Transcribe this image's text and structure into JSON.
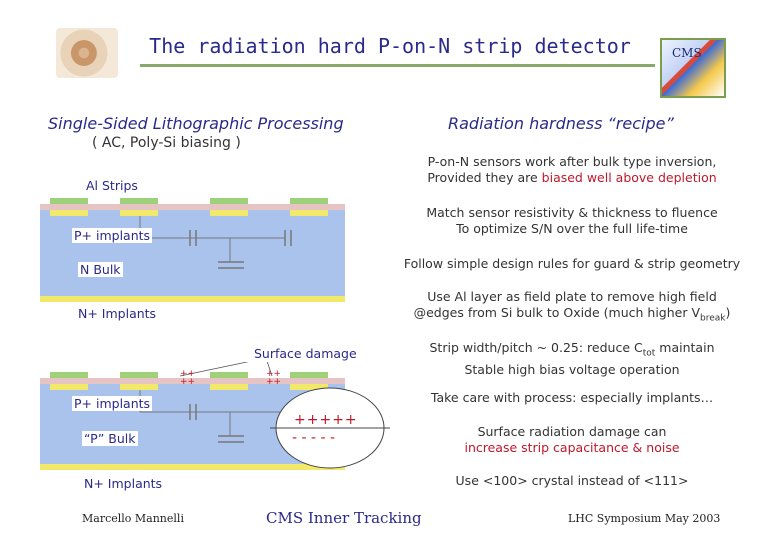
{
  "title": "The radiation hard P-on-N strip detector",
  "left": {
    "heading": "Single-Sided Lithographic Processing",
    "subheading": "( AC, Poly-Si biasing )",
    "diagram1": {
      "al_strips": "Al Strips",
      "p_implants": "P+ implants",
      "n_bulk": "N Bulk",
      "n_implants": "N+ Implants"
    },
    "diagram2": {
      "surface_damage": "Surface damage",
      "p_implants": "P+ implants",
      "p_bulk": "“P” Bulk",
      "n_implants": "N+ Implants",
      "plus_charges": "+++++",
      "minus_charges": "- - - - -",
      "oxide_plus": "++\n++"
    }
  },
  "right": {
    "heading": "Radiation hardness “recipe”",
    "items": [
      {
        "line1": "P-on-N sensors work after bulk type inversion,",
        "line2_prefix": "Provided they are ",
        "line2_highlight": "biased well above depletion"
      },
      {
        "line1": "Match sensor resistivity & thickness to fluence",
        "line2": "To optimize S/N over the full life-time"
      },
      {
        "line1": "Follow simple design rules for guard & strip geometry"
      },
      {
        "line1": "Use Al layer as field plate to remove high field",
        "line2_prefix": "@edges from Si bulk to Oxide (much higher V",
        "line2_sub": "break",
        "line2_suffix": ")"
      },
      {
        "line1_prefix": "Strip width/pitch ~ 0.25: reduce C",
        "line1_sub": "tot",
        "line1_suffix": " maintain",
        "line2": "Stable high bias voltage operation"
      },
      {
        "line1": "Take care with process: especially implants…"
      },
      {
        "line1": "Surface radiation damage can",
        "line2": "increase strip capacitance & noise"
      },
      {
        "line1": "Use <100> crystal instead of <111>"
      }
    ]
  },
  "footer": {
    "left": "Marcello Mannelli",
    "center": "CMS Inner Tracking",
    "right": "LHC Symposium May 2003"
  },
  "colors": {
    "title_blue": "#2a2a8a",
    "highlight_red": "#c0182a",
    "substrate_blue": "#a9c3ec",
    "implant_yellow": "#f2e96a",
    "metal_green": "#9fd07a",
    "oxide_pink": "#e6c4c4"
  },
  "icons": {
    "left_logo": "detector-wafer-photo",
    "right_logo": "cms-logo"
  }
}
